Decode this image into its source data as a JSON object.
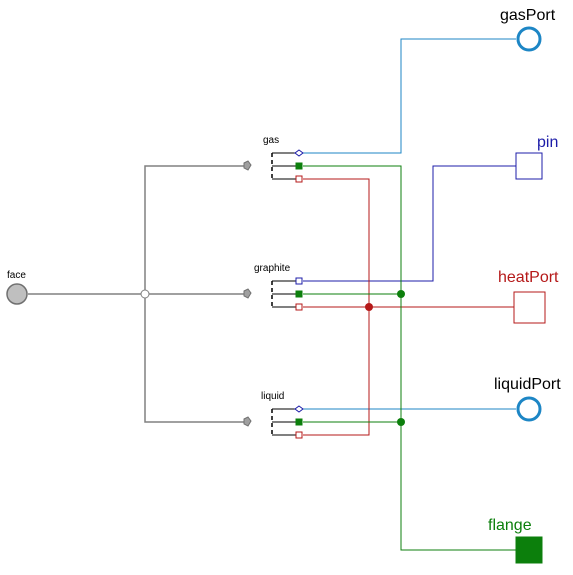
{
  "diagram": {
    "colors": {
      "gas": "#1d86c5",
      "electrical": "#1c1ca8",
      "thermal": "#b51919",
      "mechanical": "#0c7f0c",
      "bus": "#808080",
      "face_fill": "#bfbfbf"
    },
    "labels": {
      "face": "face",
      "gas": "gas",
      "graphite": "graphite",
      "liquid": "liquid"
    },
    "ports": {
      "gasPort": "gasPort",
      "pin": "pin",
      "heatPort": "heatPort",
      "liquidPort": "liquidPort",
      "flange": "flange"
    }
  }
}
